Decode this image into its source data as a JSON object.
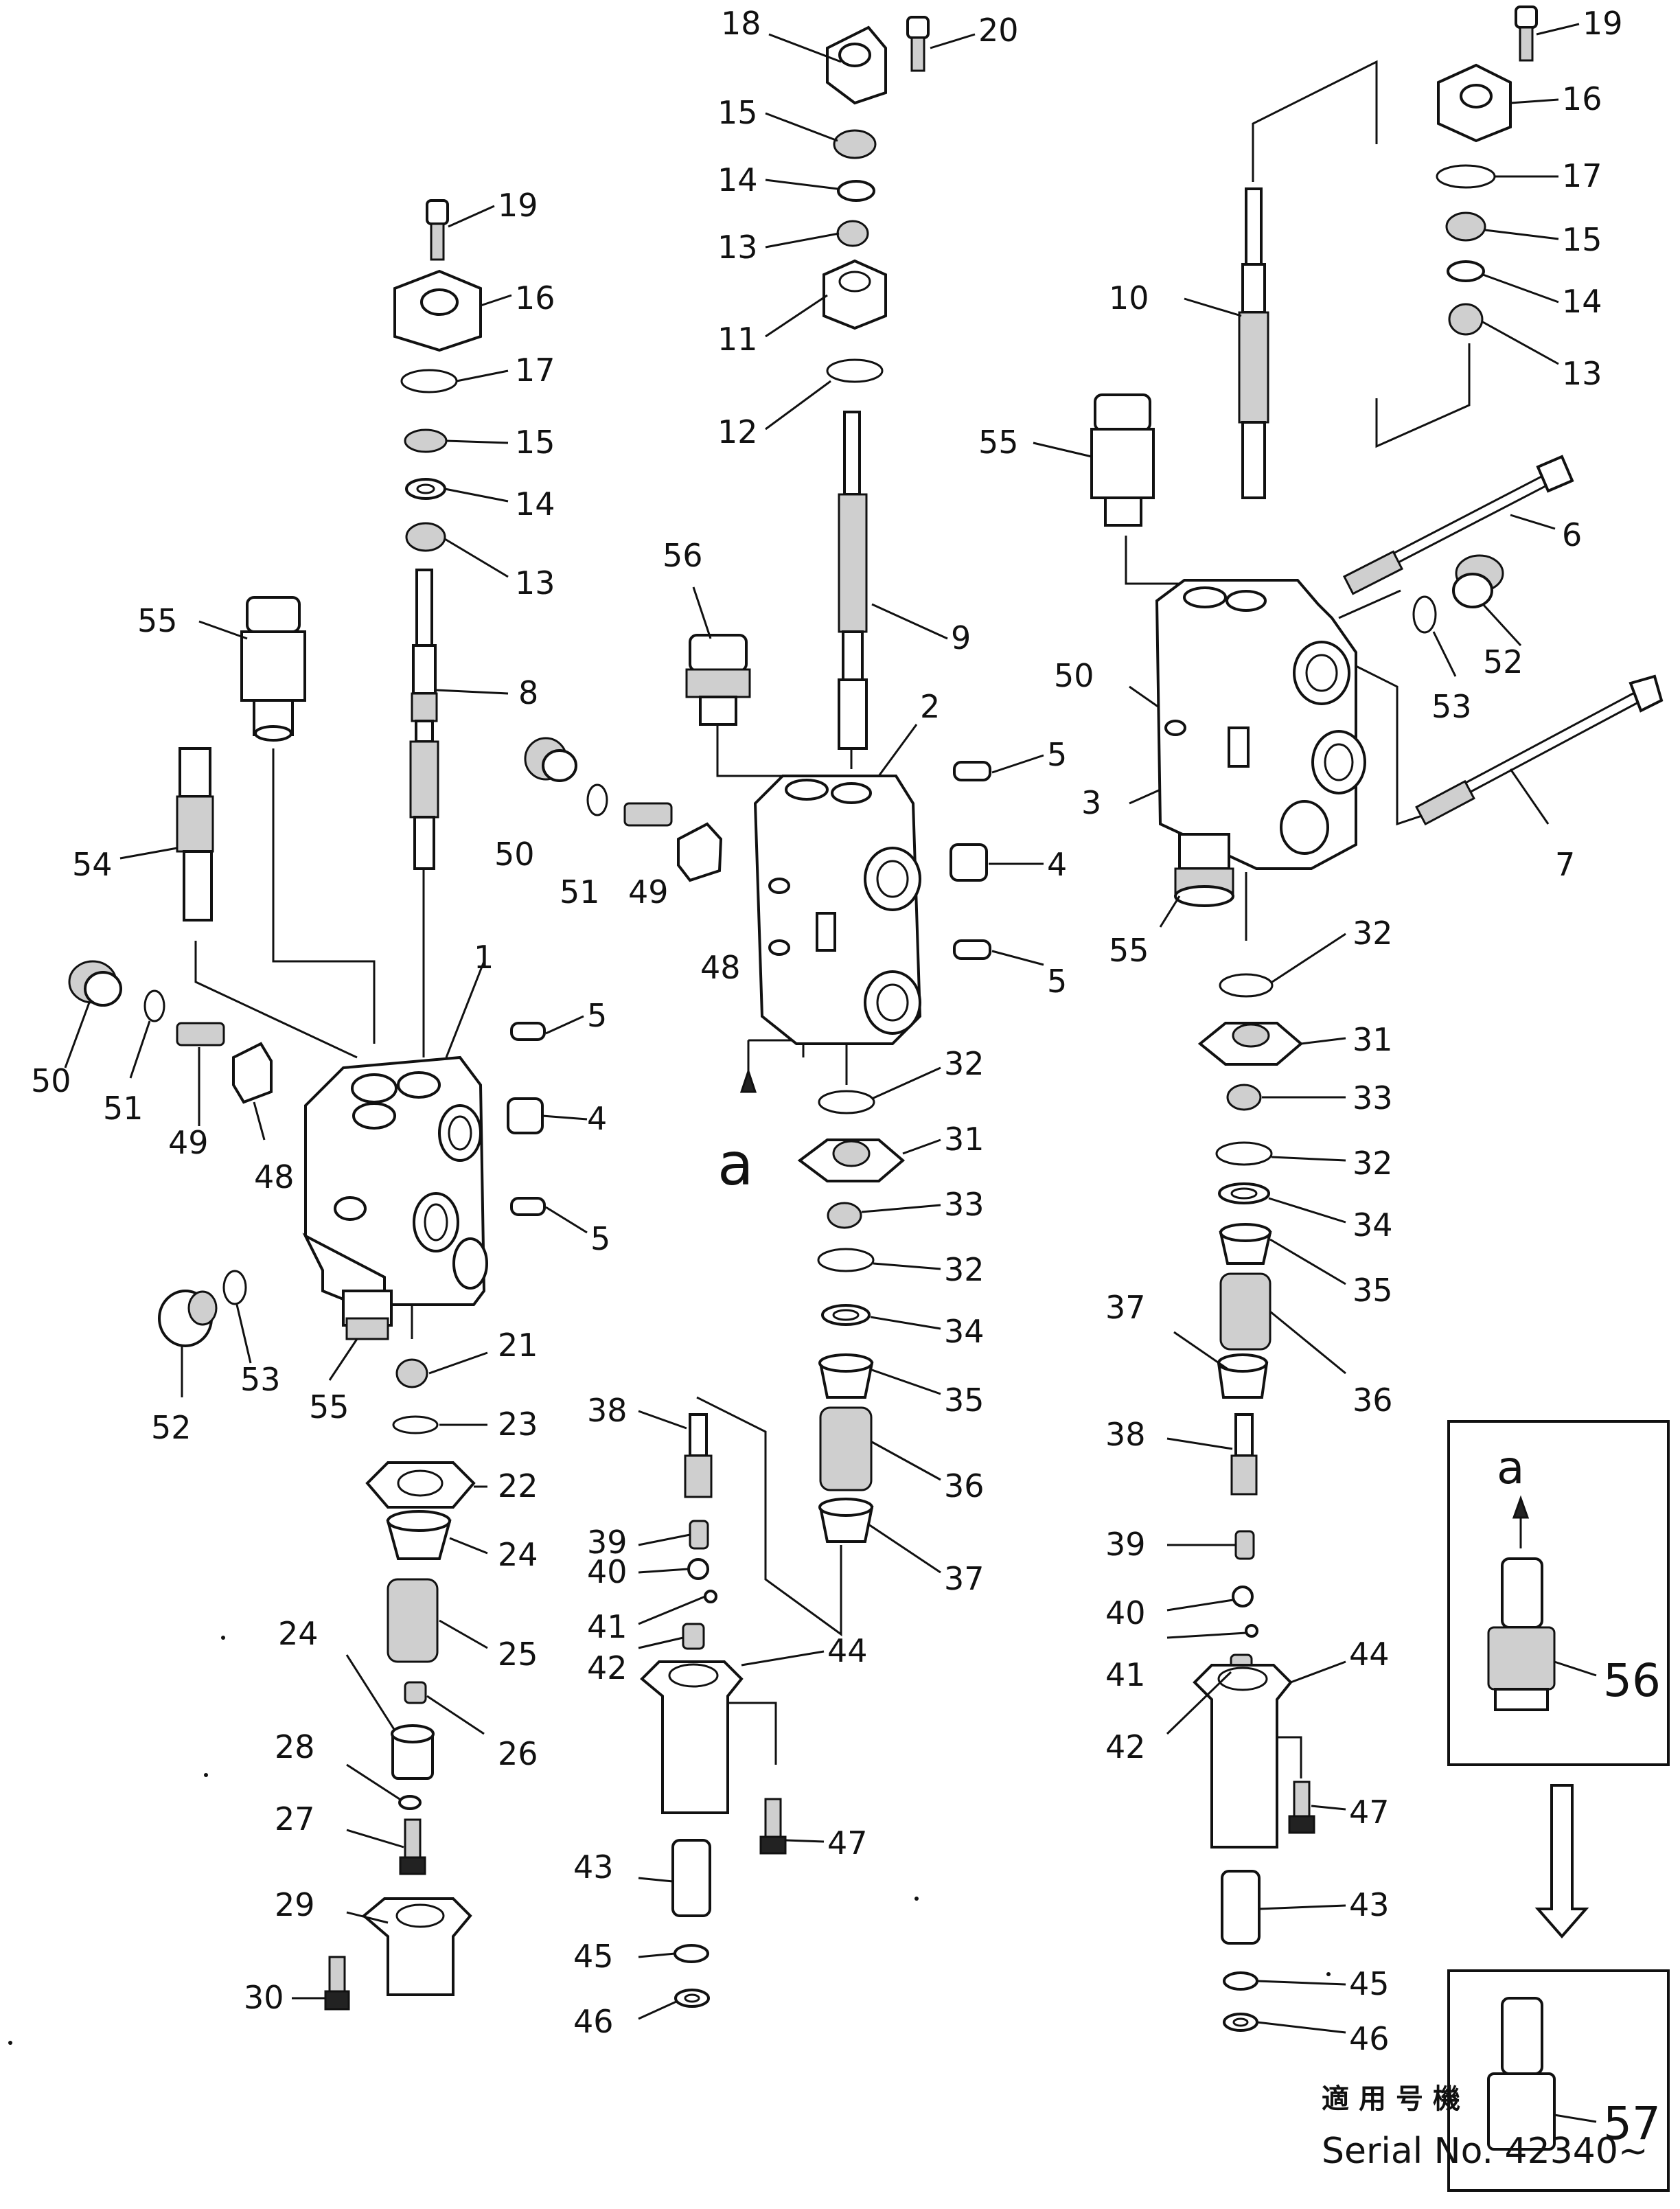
{
  "labels": [
    {
      "id": "L1",
      "text": "18"
    },
    {
      "id": "L2",
      "text": "20"
    },
    {
      "id": "L3",
      "text": "15"
    },
    {
      "id": "L4",
      "text": "14"
    },
    {
      "id": "L5",
      "text": "13"
    },
    {
      "id": "L6",
      "text": "11"
    },
    {
      "id": "L7",
      "text": "12"
    },
    {
      "id": "L8",
      "text": "9"
    },
    {
      "id": "L9",
      "text": "56"
    },
    {
      "id": "L10",
      "text": "2"
    },
    {
      "id": "L11",
      "text": "5"
    },
    {
      "id": "L12",
      "text": "4"
    },
    {
      "id": "L13",
      "text": "5"
    },
    {
      "id": "L14",
      "text": "50"
    },
    {
      "id": "L15",
      "text": "51"
    },
    {
      "id": "L16",
      "text": "49"
    },
    {
      "id": "L17",
      "text": "48"
    },
    {
      "id": "L18",
      "text": "32"
    },
    {
      "id": "L19",
      "text": "31"
    },
    {
      "id": "L20",
      "text": "33"
    },
    {
      "id": "L21",
      "text": "32"
    },
    {
      "id": "L22",
      "text": "34"
    },
    {
      "id": "L23",
      "text": "35"
    },
    {
      "id": "L24",
      "text": "36"
    },
    {
      "id": "L25",
      "text": "37"
    },
    {
      "id": "L26",
      "text": "38"
    },
    {
      "id": "L27",
      "text": "39"
    },
    {
      "id": "L28",
      "text": "40"
    },
    {
      "id": "L29",
      "text": "41"
    },
    {
      "id": "L30",
      "text": "42"
    },
    {
      "id": "L31",
      "text": "44"
    },
    {
      "id": "L32",
      "text": "47"
    },
    {
      "id": "L33",
      "text": "43"
    },
    {
      "id": "L34",
      "text": "45"
    },
    {
      "id": "L35",
      "text": "46"
    },
    {
      "id": "L36",
      "text": "19"
    },
    {
      "id": "L37",
      "text": "16"
    },
    {
      "id": "L38",
      "text": "17"
    },
    {
      "id": "L39",
      "text": "15"
    },
    {
      "id": "L40",
      "text": "14"
    },
    {
      "id": "L41",
      "text": "13"
    },
    {
      "id": "L42",
      "text": "8"
    },
    {
      "id": "L43",
      "text": "55"
    },
    {
      "id": "L44",
      "text": "54"
    },
    {
      "id": "L45",
      "text": "1"
    },
    {
      "id": "L46",
      "text": "5"
    },
    {
      "id": "L47",
      "text": "4"
    },
    {
      "id": "L48",
      "text": "5"
    },
    {
      "id": "L49",
      "text": "50"
    },
    {
      "id": "L50",
      "text": "51"
    },
    {
      "id": "L51",
      "text": "49"
    },
    {
      "id": "L52",
      "text": "48"
    },
    {
      "id": "L53",
      "text": "52"
    },
    {
      "id": "L54",
      "text": "53"
    },
    {
      "id": "L55",
      "text": "55"
    },
    {
      "id": "L56",
      "text": "21"
    },
    {
      "id": "L57",
      "text": "23"
    },
    {
      "id": "L58",
      "text": "22"
    },
    {
      "id": "L59",
      "text": "24"
    },
    {
      "id": "L60",
      "text": "25"
    },
    {
      "id": "L61",
      "text": "24"
    },
    {
      "id": "L62",
      "text": "26"
    },
    {
      "id": "L63",
      "text": "28"
    },
    {
      "id": "L64",
      "text": "27"
    },
    {
      "id": "L65",
      "text": "29"
    },
    {
      "id": "L66",
      "text": "30"
    },
    {
      "id": "L67",
      "text": "19"
    },
    {
      "id": "L68",
      "text": "16"
    },
    {
      "id": "L69",
      "text": "17"
    },
    {
      "id": "L70",
      "text": "15"
    },
    {
      "id": "L71",
      "text": "14"
    },
    {
      "id": "L72",
      "text": "13"
    },
    {
      "id": "L73",
      "text": "10"
    },
    {
      "id": "L74",
      "text": "55"
    },
    {
      "id": "L75",
      "text": "6"
    },
    {
      "id": "L76",
      "text": "52"
    },
    {
      "id": "L77",
      "text": "50"
    },
    {
      "id": "L78",
      "text": "53"
    },
    {
      "id": "L79",
      "text": "3"
    },
    {
      "id": "L80",
      "text": "7"
    },
    {
      "id": "L81",
      "text": "55"
    },
    {
      "id": "L82",
      "text": "32"
    },
    {
      "id": "L83",
      "text": "31"
    },
    {
      "id": "L84",
      "text": "33"
    },
    {
      "id": "L85",
      "text": "32"
    },
    {
      "id": "L86",
      "text": "34"
    },
    {
      "id": "L87",
      "text": "35"
    },
    {
      "id": "L88",
      "text": "36"
    },
    {
      "id": "L89",
      "text": "37"
    },
    {
      "id": "L90",
      "text": "38"
    },
    {
      "id": "L91",
      "text": "39"
    },
    {
      "id": "L92",
      "text": "40"
    },
    {
      "id": "L93",
      "text": "41"
    },
    {
      "id": "L94",
      "text": "42"
    },
    {
      "id": "L95",
      "text": "44"
    },
    {
      "id": "L96",
      "text": "47"
    },
    {
      "id": "L97",
      "text": "43"
    },
    {
      "id": "L98",
      "text": "45"
    },
    {
      "id": "L99",
      "text": "46"
    }
  ],
  "view_marker": "a",
  "inset": {
    "top_letter": "a",
    "top_part": "56",
    "bottom_part": "57"
  },
  "footer": {
    "applicable_machine_jp": "適用号機",
    "serial": "Serial No. 42340~"
  }
}
